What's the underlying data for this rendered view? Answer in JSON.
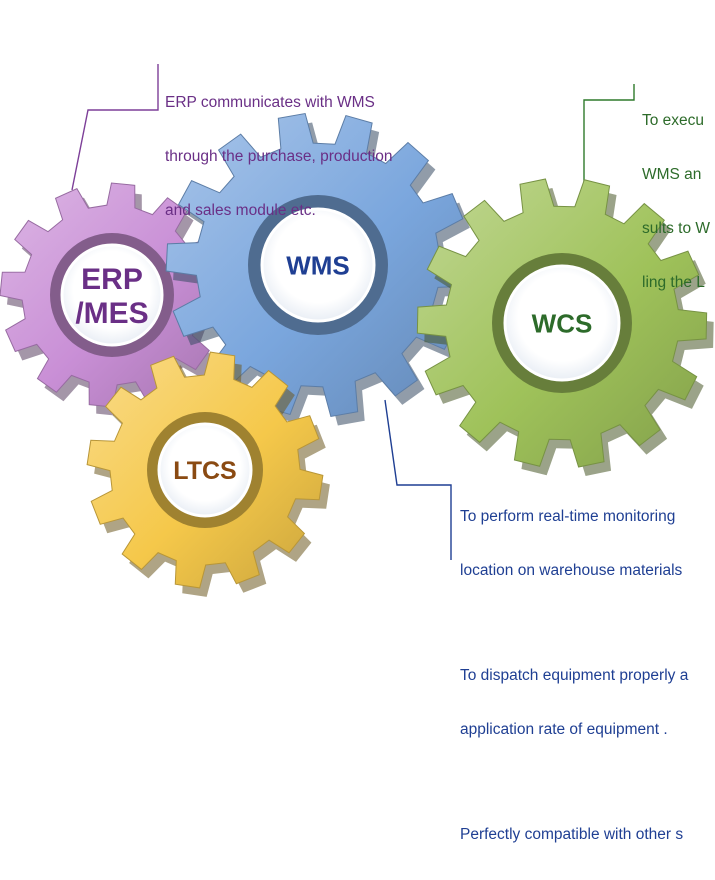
{
  "gears": [
    {
      "id": "erp",
      "label_lines": [
        "ERP",
        "/MES"
      ],
      "color": "#c98fd6",
      "text_color": "#6a2f86"
    },
    {
      "id": "wms",
      "label_lines": [
        "WMS"
      ],
      "color": "#7aa6dd",
      "text_color": "#1f3f93"
    },
    {
      "id": "wcs",
      "label_lines": [
        "WCS"
      ],
      "color": "#9fc25a",
      "text_color": "#2d6b2a"
    },
    {
      "id": "ltcs",
      "label_lines": [
        "LTCS"
      ],
      "color": "#f5c84a",
      "text_color": "#8a4a12"
    }
  ],
  "notes": {
    "erp": [
      "ERP communicates with WMS",
      "through the purchase, production",
      "and sales module etc."
    ],
    "wcs": [
      "To execu",
      "WMS an",
      "sults to W",
      "ling the L"
    ],
    "wms": [
      [
        "To perform real-time monitoring",
        "location on warehouse materials"
      ],
      [
        "To dispatch equipment properly a",
        "application rate of equipment ."
      ],
      [
        "Perfectly compatible with other s"
      ]
    ]
  },
  "colors": {
    "erp_line": "#7d3f98",
    "wcs_line": "#2f7a2c",
    "wms_line": "#1f3f93"
  }
}
